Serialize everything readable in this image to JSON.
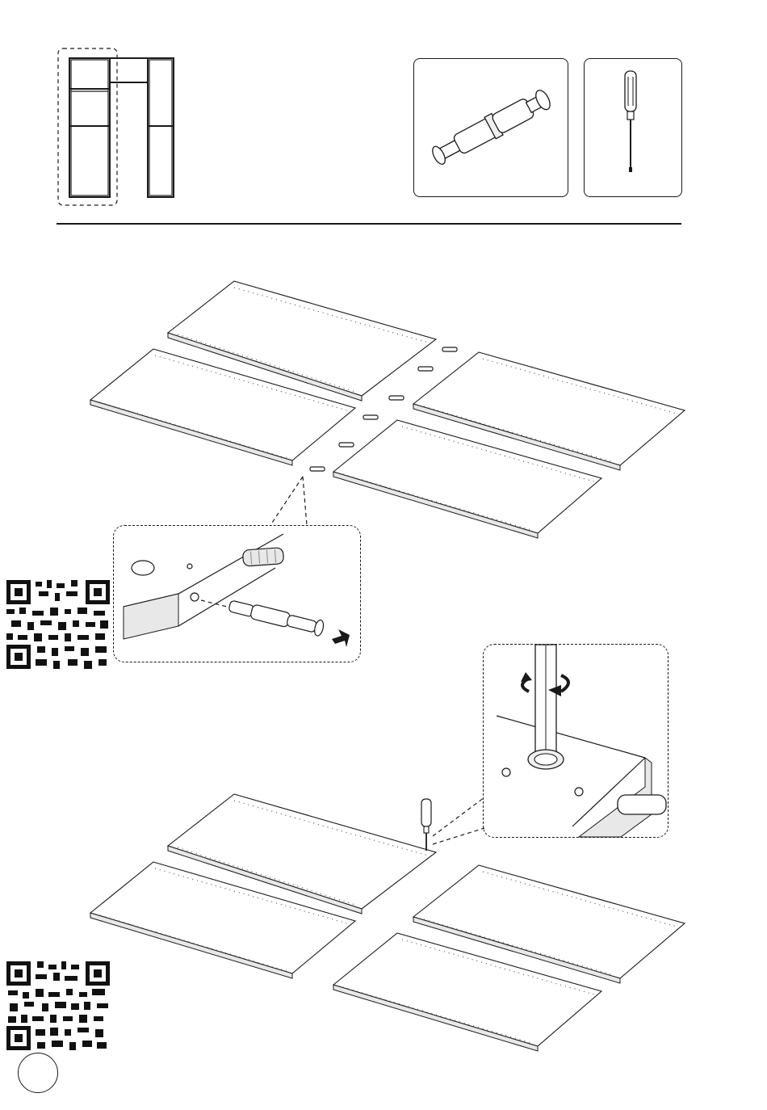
{
  "page": {
    "page_number": ""
  },
  "header": {
    "overview_icon": "cabinet-overview-diagram-icon",
    "hardware_icon": "cam-dowel-connector-icon",
    "tool_icon": "screwdriver-icon"
  },
  "steps": [
    {
      "name": "insert-cam-dowels",
      "icon": "push-arrow-icon"
    },
    {
      "name": "tighten-cam-locks",
      "icon": "rotate-arrow-icon"
    }
  ],
  "qr_codes": [
    {
      "name": "qr-code-top",
      "icon": "qr-code-icon"
    },
    {
      "name": "qr-code-bottom",
      "icon": "qr-code-icon"
    }
  ]
}
